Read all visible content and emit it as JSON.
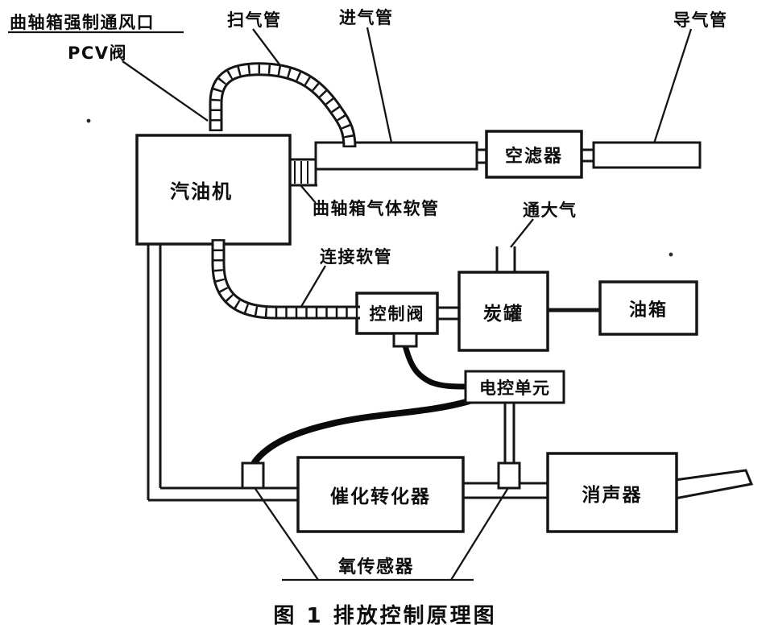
{
  "figure": {
    "caption": "图 1 排放控制原理图"
  },
  "labels": {
    "crankcase_vent": "曲轴箱强制通风口",
    "pcv_valve": "PCV阀",
    "scavenge_pipe": "扫气管",
    "intake_pipe": "进气管",
    "guide_pipe": "导气管",
    "crankcase_gas_hose": "曲轴箱气体软管",
    "connecting_hose": "连接软管",
    "to_atmosphere": "通大气",
    "oxygen_sensor": "氧传感器"
  },
  "components": {
    "engine": "汽油机",
    "air_filter": "空滤器",
    "control_valve": "控制阀",
    "carbon_canister": "炭罐",
    "fuel_tank": "油箱",
    "ecu": "电控单元",
    "catalytic_converter": "催化转化器",
    "muffler": "消声器"
  },
  "colors": {
    "ink": "#151515",
    "background": "#ffffff"
  }
}
